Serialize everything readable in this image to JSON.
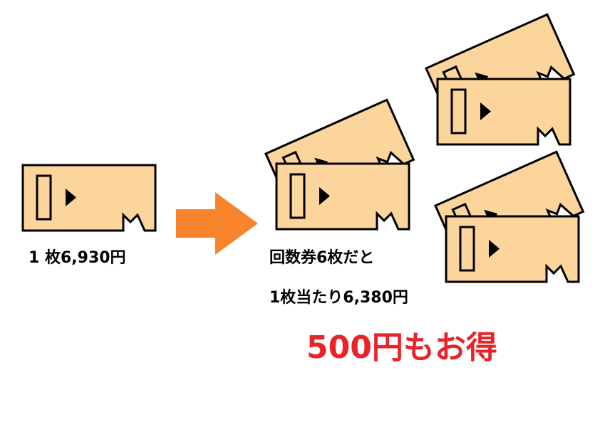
{
  "single": {
    "price_text": "1 枚6,930円"
  },
  "pack": {
    "line1": "回数券6枚だと",
    "line2": "1枚当たり6,380円"
  },
  "savings": {
    "text": "500円もお得"
  },
  "colors": {
    "ticket_fill": "#fbd59c",
    "outline": "#000000",
    "arrow": "#f7832a",
    "savings_text": "#e8232a"
  },
  "icons": {
    "ticket": "ticket-icon",
    "arrow": "right-arrow-icon"
  }
}
